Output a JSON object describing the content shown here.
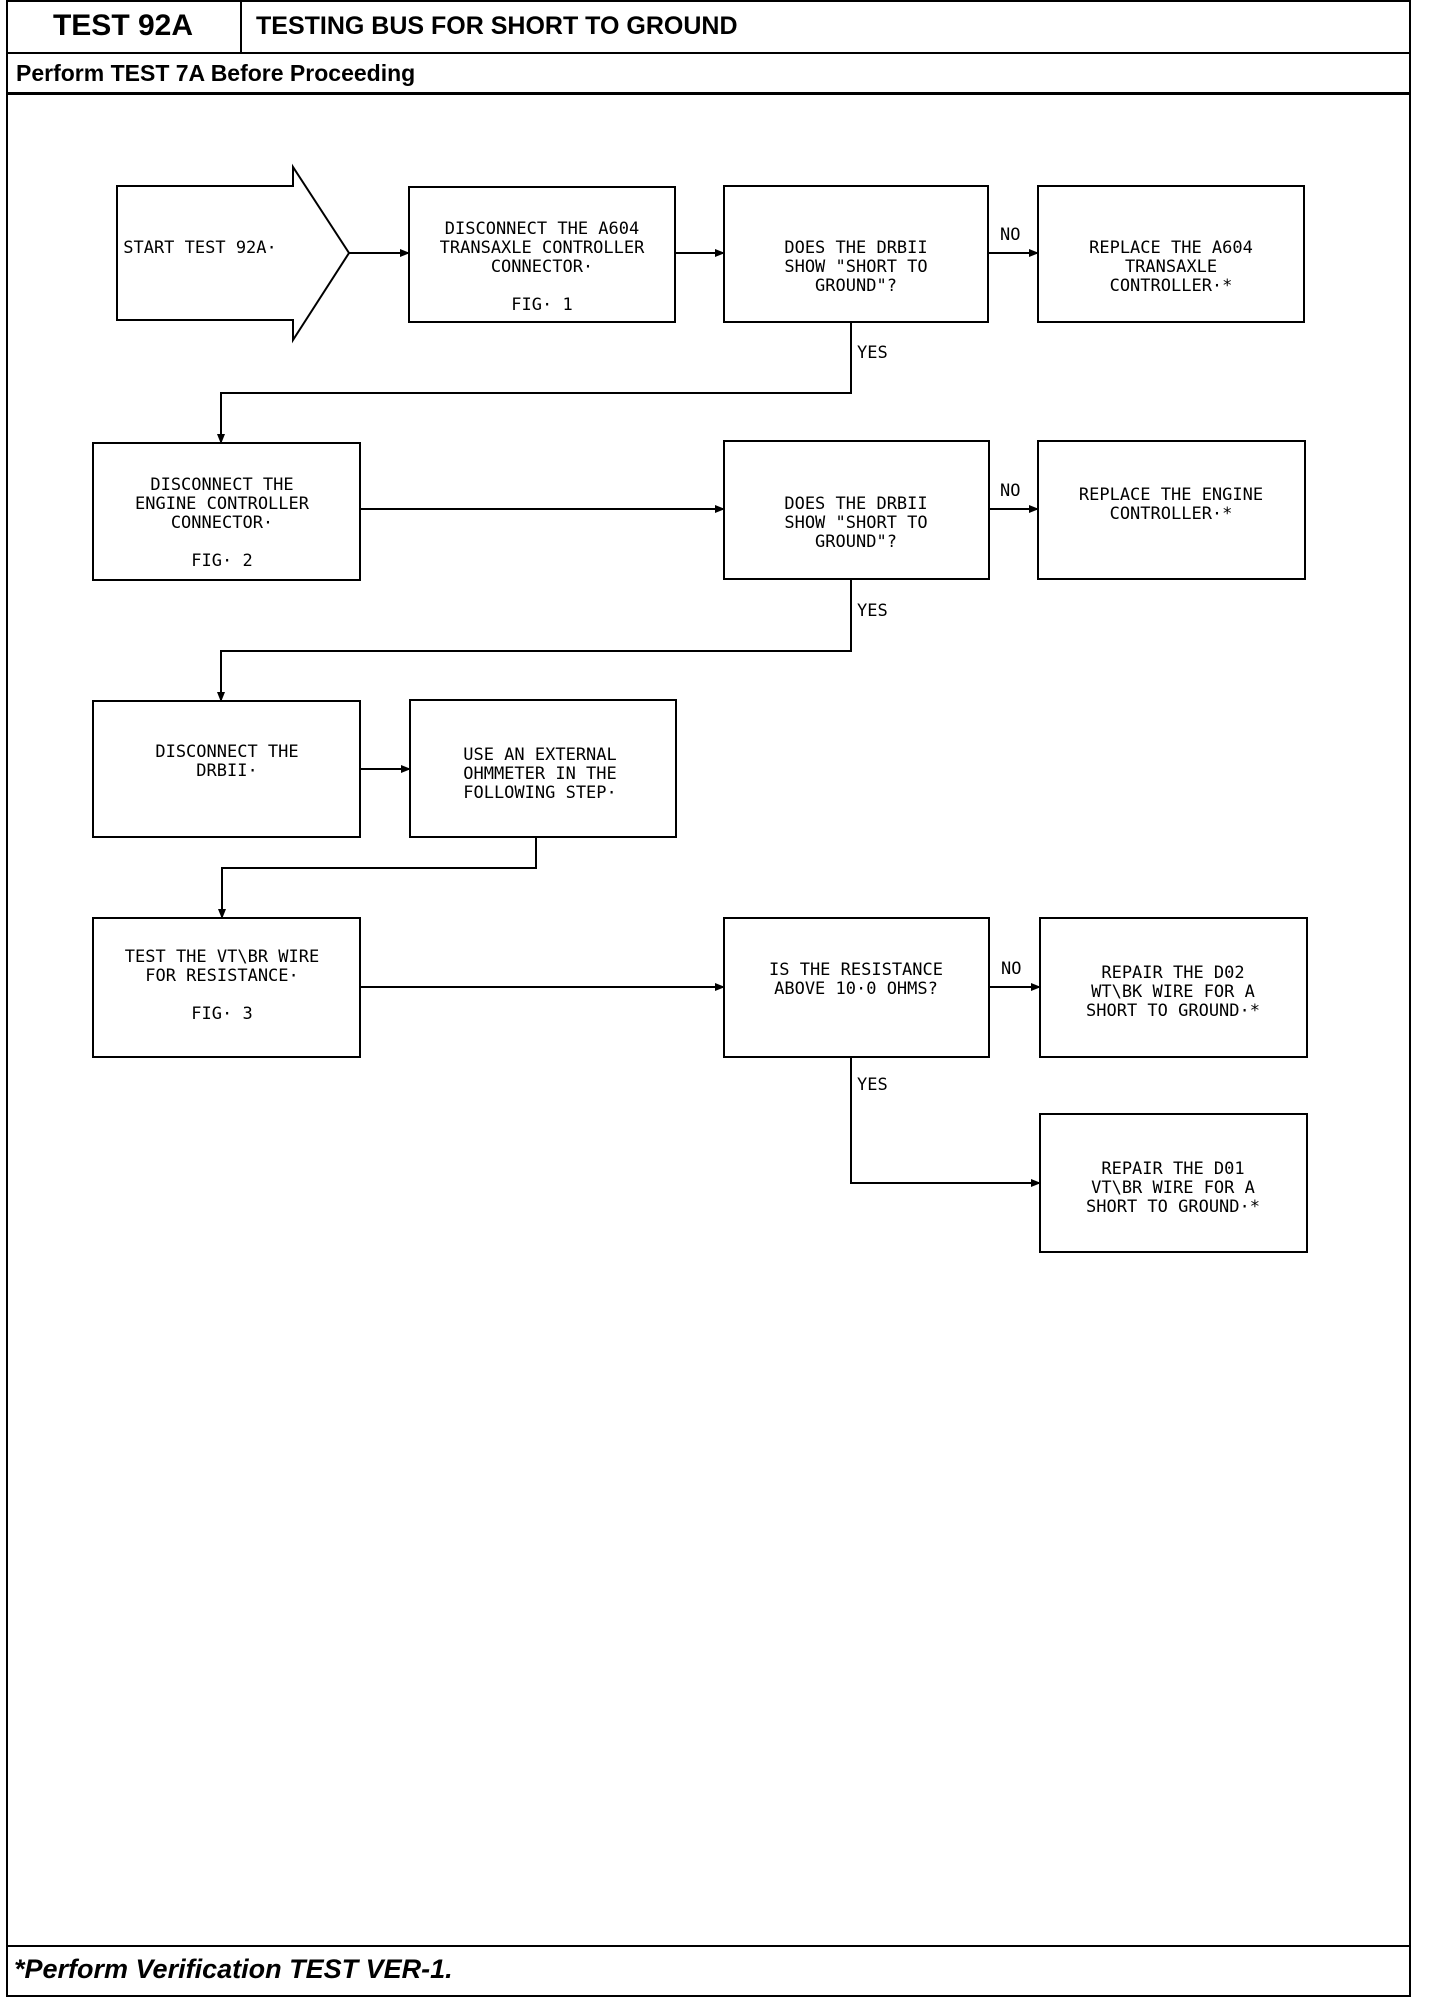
{
  "header": {
    "test_id": "TEST 92A",
    "title": "TESTING BUS FOR SHORT TO GROUND",
    "subtitle": "Perform TEST 7A Before Proceeding"
  },
  "footer": {
    "note": "*Perform Verification TEST VER-1."
  },
  "flowchart": {
    "start": {
      "lines": [
        "START TEST 92A·"
      ]
    },
    "disconnect_a604": {
      "lines": [
        "DISCONNECT THE A604",
        "TRANSAXLE CONTROLLER",
        "CONNECTOR·",
        "FIG· 1"
      ]
    },
    "q1": {
      "lines": [
        "DOES THE DRBII",
        "SHOW \"SHORT TO",
        "GROUND\"?"
      ]
    },
    "replace_a604": {
      "lines": [
        "REPLACE THE A604",
        "TRANSAXLE",
        "CONTROLLER·*"
      ]
    },
    "disconnect_engine": {
      "lines": [
        "DISCONNECT THE",
        "ENGINE CONTROLLER",
        "CONNECTOR·",
        "FIG· 2"
      ]
    },
    "q2": {
      "lines": [
        "DOES THE DRBII",
        "SHOW \"SHORT TO",
        "GROUND\"?"
      ]
    },
    "replace_engine": {
      "lines": [
        "REPLACE THE ENGINE",
        "CONTROLLER·*"
      ]
    },
    "disconnect_drbii": {
      "lines": [
        "DISCONNECT THE",
        "DRBII·"
      ]
    },
    "use_ohmmeter": {
      "lines": [
        "USE AN EXTERNAL",
        "OHMMETER IN THE",
        "FOLLOWING STEP·"
      ]
    },
    "test_wire": {
      "lines": [
        "TEST THE VT\\BR WIRE",
        "FOR RESISTANCE·",
        "FIG· 3"
      ]
    },
    "q3": {
      "lines": [
        "IS THE RESISTANCE",
        "ABOVE 10·0 OHMS?"
      ]
    },
    "repair_d02": {
      "lines": [
        "REPAIR THE D02",
        "WT\\BK WIRE FOR A",
        "SHORT TO GROUND·*"
      ]
    },
    "repair_d01": {
      "lines": [
        "REPAIR THE D01",
        "VT\\BR WIRE FOR A",
        "SHORT TO GROUND·*"
      ]
    },
    "labels": {
      "no": "NO",
      "yes": "YES"
    }
  }
}
